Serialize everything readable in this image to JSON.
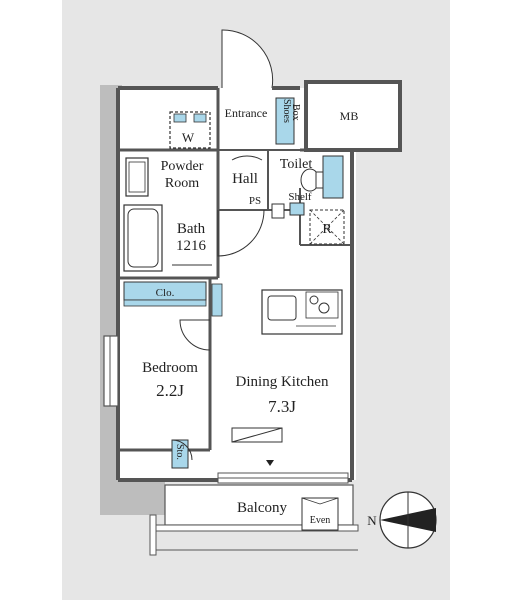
{
  "rooms": {
    "entrance": "Entrance",
    "shoes_box_1": "Shoes",
    "shoes_box_2": "Box",
    "mb": "MB",
    "w": "W",
    "powder_1": "Powder",
    "powder_2": "Room",
    "hall": "Hall",
    "toilet": "Toilet",
    "ps": "PS",
    "shelf": "Shelf",
    "r": "R",
    "bath": "Bath",
    "bath_size": "1216",
    "clo": "Clo.",
    "bedroom": "Bedroom",
    "bedroom_size": "2.2J",
    "dk": "Dining Kitchen",
    "dk_size": "7.3J",
    "sto": "Sto.",
    "balcony": "Balcony",
    "even": "Even"
  },
  "compass": {
    "label": "N"
  },
  "colors": {
    "wall": "#555555",
    "line": "#333333",
    "accent_blue": "#a9d7ea",
    "outer_gray": "#e6e6e6",
    "floor": "#ffffff"
  }
}
